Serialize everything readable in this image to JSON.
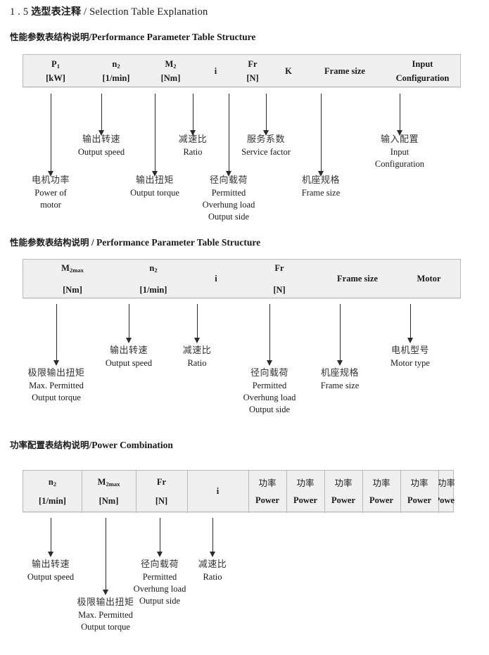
{
  "document": {
    "title_number": "1 . 5",
    "title_cn": "选型表注释",
    "title_sep": " / ",
    "title_en": "Selection Table Explanation"
  },
  "sections": [
    {
      "heading_cn": "性能参数表结构说明",
      "heading_sep": "/",
      "heading_en": "Performance Parameter Table Structure",
      "table": {
        "columns": [
          {
            "line1": "P",
            "sub1": "1",
            "line2": "[kW]"
          },
          {
            "line1": "n",
            "sub1": "2",
            "line2": "[1/min]"
          },
          {
            "line1": "M",
            "sub1": "2",
            "line2": "[Nm]"
          },
          {
            "line1": "i",
            "sub1": "",
            "line2": ""
          },
          {
            "line1": "Fr",
            "sub1": "",
            "line2": "[N]"
          },
          {
            "line1": "K",
            "sub1": "",
            "line2": ""
          },
          {
            "line1": "Frame size",
            "sub1": "",
            "line2": ""
          },
          {
            "line1": "Input",
            "sub1": "",
            "line2": "Configuration"
          }
        ]
      },
      "annotations": [
        {
          "cn": "电机功率",
          "en1": "Power of",
          "en2": "motor",
          "en3": ""
        },
        {
          "cn": "输出转速",
          "en1": "Output speed",
          "en2": "",
          "en3": ""
        },
        {
          "cn": "输出扭矩",
          "en1": "Output torque",
          "en2": "",
          "en3": ""
        },
        {
          "cn": "减速比",
          "en1": "Ratio",
          "en2": "",
          "en3": ""
        },
        {
          "cn": "径向载荷",
          "en1": "Permitted",
          "en2": "Overhung load",
          "en3": "Output side"
        },
        {
          "cn": "服务系数",
          "en1": "Service factor",
          "en2": "",
          "en3": ""
        },
        {
          "cn": "机座规格",
          "en1": "Frame size",
          "en2": "",
          "en3": ""
        },
        {
          "cn": "输入配置",
          "en1": "Input",
          "en2": "Configuration",
          "en3": ""
        }
      ]
    },
    {
      "heading_cn": "性能参数表结构说明",
      "heading_sep": " / ",
      "heading_en": "Performance Parameter Table Structure",
      "table": {
        "columns": [
          {
            "line1": "M",
            "sub1": "2max",
            "line2": "[Nm]"
          },
          {
            "line1": "n",
            "sub1": "2",
            "line2": "[1/min]"
          },
          {
            "line1": "i",
            "sub1": "",
            "line2": ""
          },
          {
            "line1": "Fr",
            "sub1": "",
            "line2": "[N]"
          },
          {
            "line1": "Frame size",
            "sub1": "",
            "line2": ""
          },
          {
            "line1": "Motor",
            "sub1": "",
            "line2": ""
          }
        ]
      },
      "annotations": [
        {
          "cn": "极限输出扭矩",
          "en1": "Max. Permitted",
          "en2": "Output  torque",
          "en3": ""
        },
        {
          "cn": "输出转速",
          "en1": "Output speed",
          "en2": "",
          "en3": ""
        },
        {
          "cn": "减速比",
          "en1": "Ratio",
          "en2": "",
          "en3": ""
        },
        {
          "cn": "径向载荷",
          "en1": "Permitted",
          "en2": "Overhung load",
          "en3": "Output side"
        },
        {
          "cn": "机座规格",
          "en1": "Frame size",
          "en2": "",
          "en3": ""
        },
        {
          "cn": "电机型号",
          "en1": "Motor type",
          "en2": "",
          "en3": ""
        }
      ]
    },
    {
      "heading_cn": "功率配置表结构说明",
      "heading_sep": "/",
      "heading_en": "Power Combination",
      "table": {
        "columns": [
          {
            "line1": "n",
            "sub1": "2",
            "line2": "[1/min]"
          },
          {
            "line1": "M",
            "sub1": "2max",
            "line2": "[Nm]"
          },
          {
            "line1": "Fr",
            "sub1": "",
            "line2": "[N]"
          },
          {
            "line1": "i",
            "sub1": "",
            "line2": ""
          },
          {
            "line1": "功率",
            "sub1": "",
            "line2": "Power"
          },
          {
            "line1": "功率",
            "sub1": "",
            "line2": "Power"
          },
          {
            "line1": "功率",
            "sub1": "",
            "line2": "Power"
          },
          {
            "line1": "功率",
            "sub1": "",
            "line2": "Power"
          },
          {
            "line1": "功率",
            "sub1": "",
            "line2": "Power"
          },
          {
            "line1": "功率",
            "sub1": "",
            "line2": "Power"
          }
        ]
      },
      "annotations": [
        {
          "cn": "输出转速",
          "en1": "Output speed",
          "en2": "",
          "en3": ""
        },
        {
          "cn": "极限输出扭矩",
          "en1": "Max. Permitted",
          "en2": "Output  torque",
          "en3": ""
        },
        {
          "cn": "径向载荷",
          "en1": "Permitted",
          "en2": "Overhung load",
          "en3": "Output side"
        },
        {
          "cn": "减速比",
          "en1": "Ratio",
          "en2": "",
          "en3": ""
        }
      ]
    }
  ],
  "colors": {
    "table_fill": "#f0f0f0",
    "table_border": "#b9b9b9",
    "arrow": "#2b2b2b",
    "text": "#1a1a1a"
  }
}
